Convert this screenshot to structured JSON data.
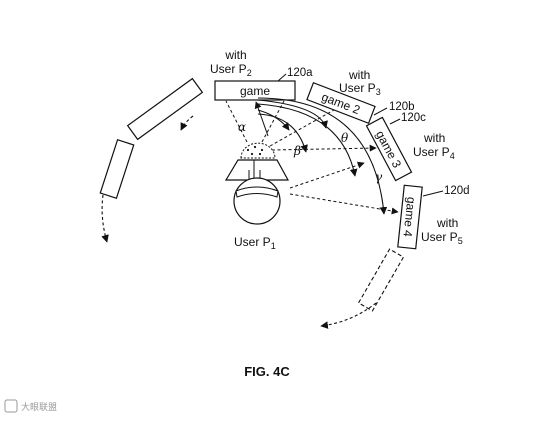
{
  "figure_label": "FIG. 4C",
  "watermark": "大眼联盟",
  "user": {
    "label": "User P",
    "sub": "1"
  },
  "angles": {
    "alpha": "α",
    "beta": "β",
    "theta": "θ",
    "gamma": "γ"
  },
  "screens": [
    {
      "ref": "120a",
      "text": "game",
      "with_label": "with",
      "user_label": "User P",
      "user_sub": "2"
    },
    {
      "ref": "120b",
      "text": "game 2",
      "with_label": "with",
      "user_label": "User P",
      "user_sub": "3"
    },
    {
      "ref": "120c",
      "text": "game 3",
      "with_label": "with",
      "user_label": "User P",
      "user_sub": "4"
    },
    {
      "ref": "120d",
      "text": "game 4",
      "with_label": "with",
      "user_label": "User P",
      "user_sub": "5"
    }
  ],
  "colors": {
    "line": "#111111",
    "background": "#ffffff",
    "watermark": "#9a9a9a"
  }
}
